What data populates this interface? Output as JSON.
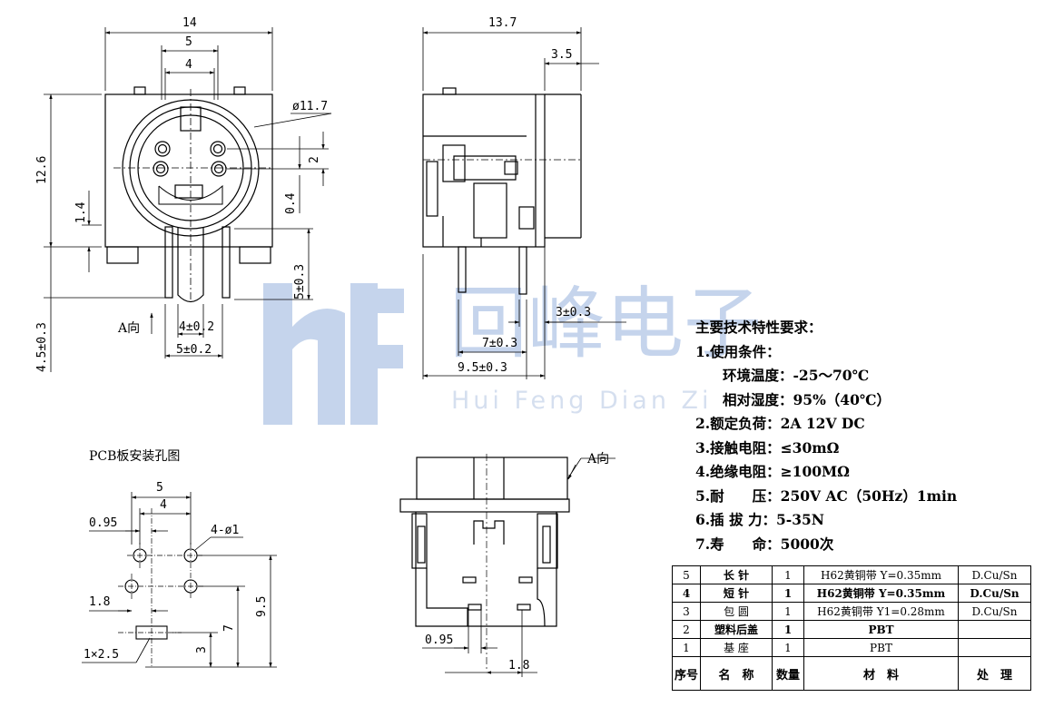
{
  "watermark": {
    "logo": "hf",
    "cn": "回峰电子",
    "en": "Hui Feng Dian Zi"
  },
  "front_view": {
    "dim_width": "14",
    "dim_pin_outer": "5",
    "dim_pin_inner": "4",
    "dim_diameter": "ø11.7",
    "dim_height": "12.6",
    "dim_2": "2",
    "dim_04": "0.4",
    "dim_14": "1.4",
    "dim_5pm": "5±0.3",
    "dim_45pm": "4.5±0.3",
    "dim_4pm": "4±0.2",
    "dim_5pm2": "5±0.2",
    "arrow_label": "A向"
  },
  "side_view": {
    "dim_137": "13.7",
    "dim_35": "3.5",
    "dim_3pm": "3±0.3",
    "dim_7pm": "7±0.3",
    "dim_95pm": "9.5±0.3"
  },
  "pcb_view": {
    "title": "PCB板安装孔图",
    "dim_5": "5",
    "dim_4": "4",
    "dim_095": "0.95",
    "dim_holes": "4-ø1",
    "dim_18": "1.8",
    "dim_95": "9.5",
    "dim_7": "7",
    "dim_3": "3",
    "dim_slot": "1×2.5"
  },
  "bottom_view": {
    "arrow_label": "A向",
    "dim_095": "0.95",
    "dim_18": "1.8"
  },
  "specs": {
    "title": "主要技术特性要求：",
    "item1": "1.使用条件：",
    "temp": "环境温度：-25～70℃",
    "humidity": "相对湿度：95%（40℃）",
    "item2": "2.额定负荷：2A 12V DC",
    "item3": "3.接触电阻：≤30mΩ",
    "item4": "4.绝缘电阻：≥100MΩ",
    "item5": "5.耐　　压：250V AC（50Hz）1min",
    "item6": "6.插 拔 力：5-35N",
    "item7": "7.寿　　命：5000次"
  },
  "bom": {
    "rows": [
      {
        "no": "5",
        "name": "长 针",
        "qty": "1",
        "material": "H62黄铜带 Y=0.35mm",
        "finish": "D.Cu/Sn"
      },
      {
        "no": "4",
        "name": "短 针",
        "qty": "1",
        "material": "H62黄铜带 Y=0.35mm",
        "finish": "D.Cu/Sn"
      },
      {
        "no": "3",
        "name": "包 圆",
        "qty": "1",
        "material": "H62黄铜带 Y1=0.28mm",
        "finish": "D.Cu/Sn"
      },
      {
        "no": "2",
        "name": "塑料后盖",
        "qty": "1",
        "material": "PBT",
        "finish": ""
      },
      {
        "no": "1",
        "name": "基 座",
        "qty": "1",
        "material": "PBT",
        "finish": ""
      }
    ],
    "header": {
      "no": "序号",
      "name": "名　称",
      "qty": "数量",
      "material": "材　料",
      "finish": "处　理"
    }
  }
}
